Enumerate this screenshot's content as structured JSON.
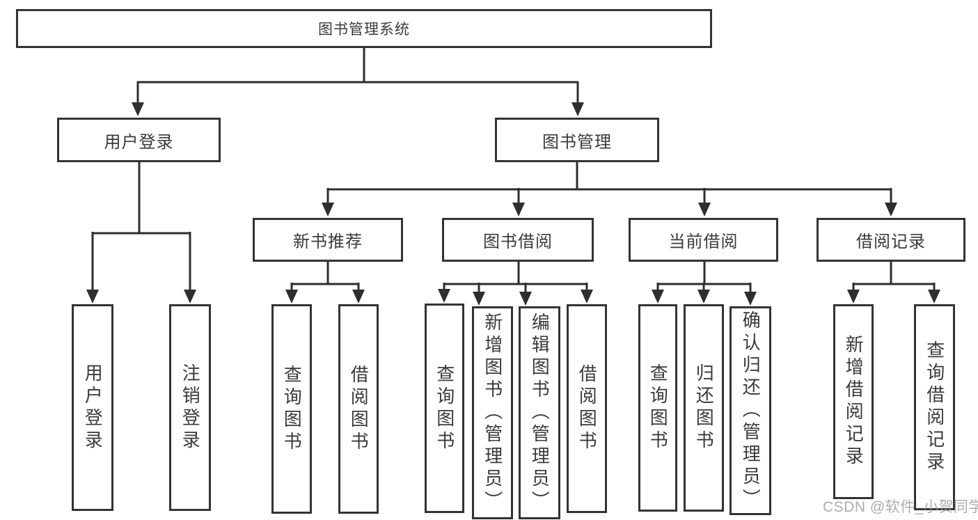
{
  "diagram": {
    "title": "图书管理系统",
    "watermark": "CSDN @软件_小贺同学",
    "colors": {
      "border": "#333333",
      "text": "#3a3a3a",
      "line": "#2e2e2e",
      "watermark": "#9e9e9e",
      "background": "#ffffff"
    },
    "nodes": {
      "root": {
        "label": "图书管理系统"
      },
      "user_login": {
        "label": "用户登录"
      },
      "book_mgmt": {
        "label": "图书管理"
      },
      "new_book_rec": {
        "label": "新书推荐"
      },
      "book_borrow": {
        "label": "图书借阅"
      },
      "current_borrow": {
        "label": "当前借阅"
      },
      "borrow_records": {
        "label": "借阅记录"
      },
      "leaf_user_login": {
        "label": "用户登录"
      },
      "leaf_logout": {
        "label": "注销登录"
      },
      "leaf_query_book_rec": {
        "label": "查询图书"
      },
      "leaf_borrow_book_rec": {
        "label": "借阅图书"
      },
      "leaf_query_book_borrow": {
        "label": "查询图书"
      },
      "leaf_add_book": {
        "label": "新增图书（管理员）"
      },
      "leaf_edit_book": {
        "label": "编辑图书（管理员）"
      },
      "leaf_borrow_book_borrow": {
        "label": "借阅图书"
      },
      "leaf_query_book_current": {
        "label": "查询图书"
      },
      "leaf_return_book": {
        "label": "归还图书"
      },
      "leaf_confirm_return": {
        "label": "确认归还（管理员）"
      },
      "leaf_add_borrow_record": {
        "label": "新增借阅记录"
      },
      "leaf_query_borrow_record": {
        "label": "查询借阅记录"
      }
    }
  }
}
